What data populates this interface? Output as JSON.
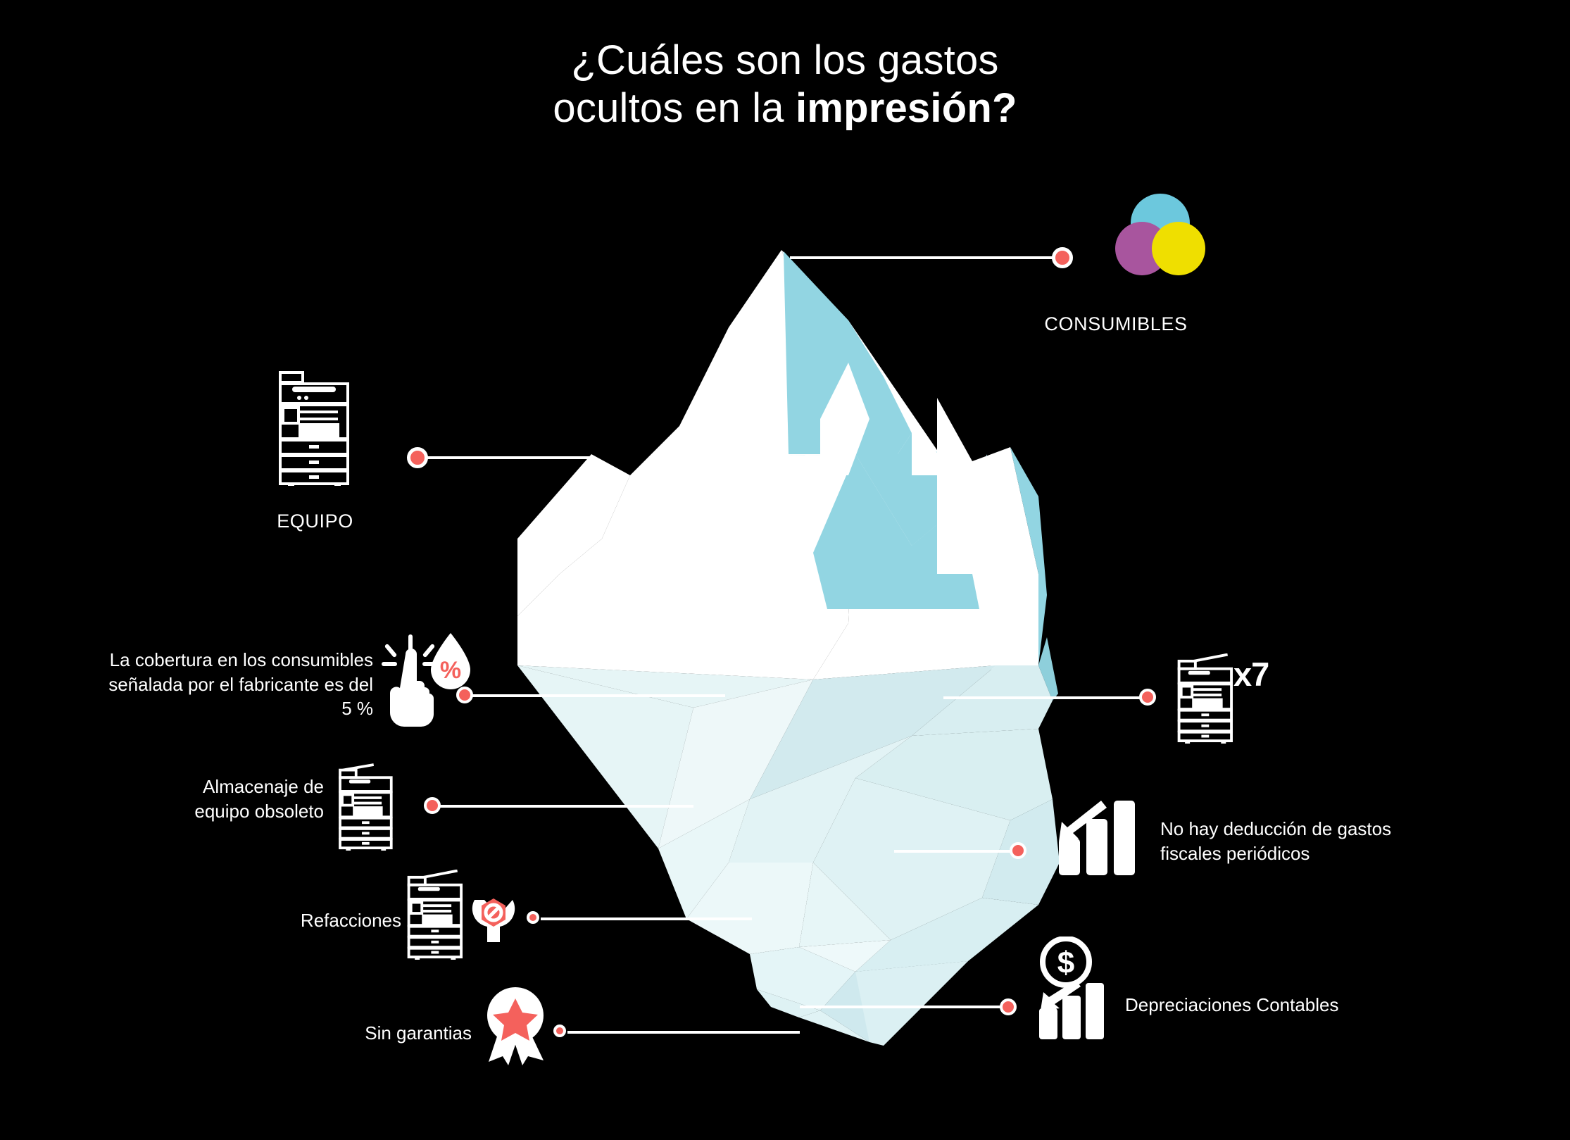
{
  "title": {
    "line1": "¿Cuáles son los gastos",
    "line2_plain": "ocultos en la ",
    "line2_bold": "impresión?"
  },
  "colors": {
    "background": "#000000",
    "text": "#ffffff",
    "accent_dot": "#F4615C",
    "ice_cyan": "#92d5e2",
    "ice_white": "#ffffff",
    "ice_pale_1": "#eef8f9",
    "ice_pale_2": "#dcf0f2",
    "ice_pale_3": "#c9e6ea",
    "cmyk_cyan": "#6cc8dd",
    "cmyk_magenta": "#a8559e",
    "cmyk_yellow": "#efdf00"
  },
  "callouts": {
    "consumibles": {
      "label": "CONSUMIBLES",
      "icon": "cmyk-circles-icon"
    },
    "equipo": {
      "label": "EQUIPO",
      "icon": "printer-icon"
    },
    "cobertura": {
      "label": "La cobertura en los consumibles\nseñalada por el fabricante es del\n5 %",
      "icon": "pointing-hand-droplet-percent-icon"
    },
    "almacenaje": {
      "label": "Almacenaje de\nequipo obsoleto",
      "icon": "printer-icon"
    },
    "refacciones": {
      "label": "Refacciones",
      "icon": "printer-wrench-blocked-icon"
    },
    "sin_garantias": {
      "label": "Sin garantias",
      "icon": "award-ribbon-star-icon"
    },
    "multiplicador": {
      "label": "x7",
      "icon": "printer-icon"
    },
    "deduccion": {
      "label": "No hay deducción de gastos\nfiscales periódicos",
      "icon": "bar-chart-down-arrow-icon"
    },
    "depreciaciones": {
      "label": "Depreciaciones Contables",
      "icon": "dollar-bar-chart-down-icon"
    }
  }
}
